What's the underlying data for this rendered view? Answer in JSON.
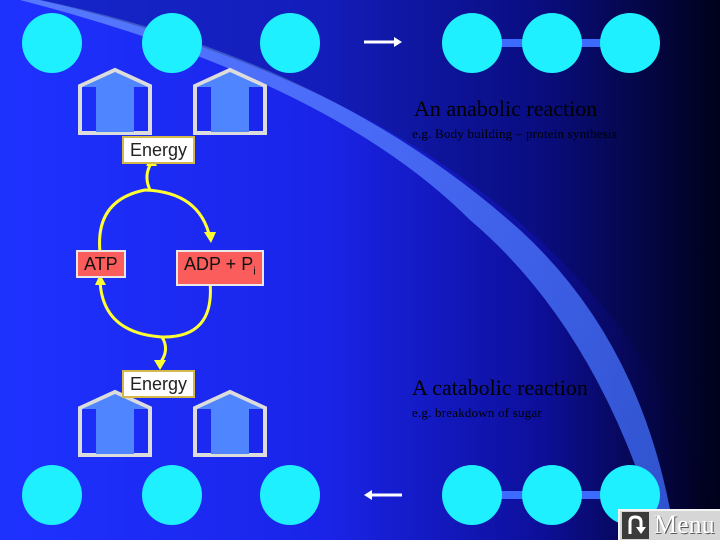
{
  "anabolic": {
    "title": "An anabolic reaction",
    "example": "e.g. Body building – protein synthesis"
  },
  "catabolic": {
    "title": "A catabolic reaction",
    "example": "e.g. breakdown of sugar"
  },
  "cycle": {
    "energy_top": "Energy",
    "energy_bottom": "Energy",
    "atp": "ATP",
    "adp": "ADP + P",
    "adp_subscript": "i"
  },
  "nav": {
    "menu_label": "Menu",
    "menu_icon": "u-turn-arrow-icon"
  },
  "colors": {
    "background": "#1a2cff",
    "molecule": "#1ff0ff",
    "bond": "#3b6cff",
    "arrow_block": "#4f86ff",
    "cycle_arrow": "#ffff33",
    "atp_box": "#fb5c5c"
  }
}
